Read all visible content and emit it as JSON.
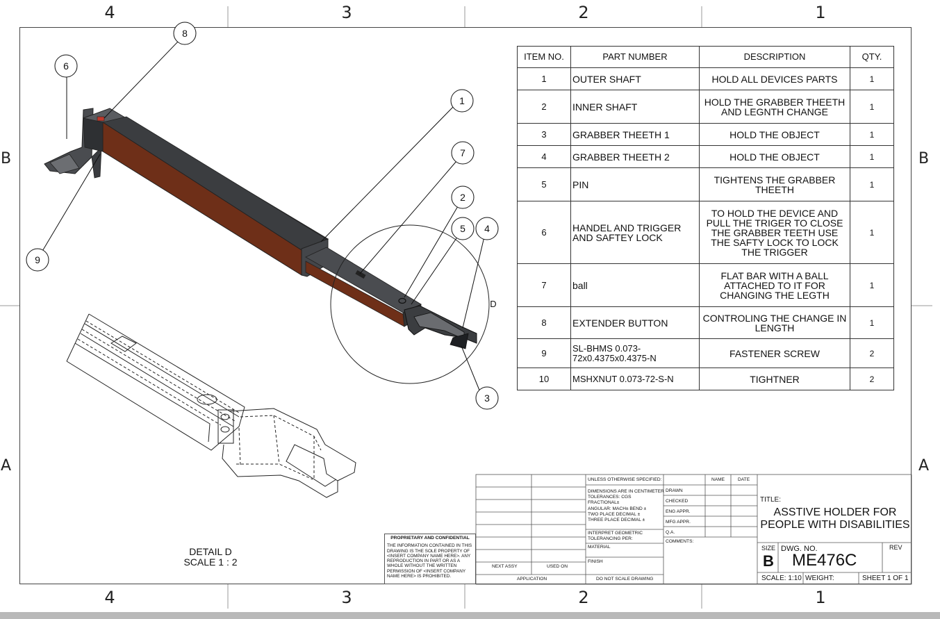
{
  "zones": {
    "top": [
      "4",
      "3",
      "2",
      "1"
    ],
    "bottom": [
      "4",
      "3",
      "2",
      "1"
    ],
    "left": [
      "B",
      "A"
    ],
    "right": [
      "B",
      "A"
    ]
  },
  "bom": {
    "headers": [
      "ITEM NO.",
      "PART NUMBER",
      "DESCRIPTION",
      "QTY."
    ],
    "rows": [
      {
        "item": "1",
        "part": "OUTER SHAFT",
        "desc": "HOLD ALL DEVICES PARTS",
        "qty": "1"
      },
      {
        "item": "2",
        "part": "INNER SHAFT",
        "desc": "HOLD THE GRABBER THEETH AND LEGNTH CHANGE",
        "qty": "1"
      },
      {
        "item": "3",
        "part": "GRABBER THEETH 1",
        "desc": "HOLD THE OBJECT",
        "qty": "1"
      },
      {
        "item": "4",
        "part": "GRABBER THEETH 2",
        "desc": "HOLD THE OBJECT",
        "qty": "1"
      },
      {
        "item": "5",
        "part": "PIN",
        "desc": "TIGHTENS THE GRABBER THEETH",
        "qty": "1"
      },
      {
        "item": "6",
        "part": "HANDEL AND TRIGGER AND SAFTEY LOCK",
        "desc": "TO HOLD THE DEVICE AND PULL THE TRIGER TO CLOSE THE GRABBER TEETH USE THE SAFTY LOCK TO LOCK THE TRIGGER",
        "qty": "1"
      },
      {
        "item": "7",
        "part": "ball",
        "desc": "FLAT BAR WITH A BALL ATTACHED TO IT FOR CHANGING THE LEGTH",
        "qty": "1"
      },
      {
        "item": "8",
        "part": "EXTENDER BUTTON",
        "desc": "CONTROLING THE CHANGE IN LENGTH",
        "qty": "1"
      },
      {
        "item": "9",
        "part": "SL-BHMS 0.073-72x0.4375x0.4375-N",
        "desc": "FASTENER SCREW",
        "qty": "2"
      },
      {
        "item": "10",
        "part": "MSHXNUT 0.073-72-S-N",
        "desc": "TIGHTNER",
        "qty": "2"
      }
    ]
  },
  "balloons": [
    "1",
    "2",
    "3",
    "4",
    "5",
    "6",
    "7",
    "8",
    "9"
  ],
  "detail_circle_label": "D",
  "detail": {
    "title": "DETAIL D",
    "scale": "SCALE 1 : 2"
  },
  "proprietary": {
    "heading": "PROPRIETARY AND CONFIDENTIAL",
    "body": "THE INFORMATION CONTAINED IN THIS DRAWING IS THE SOLE PROPERTY OF <INSERT COMPANY NAME HERE>. ANY REPRODUCTION IN PART OR AS A WHOLE WITHOUT THE WRITTEN PERMISSION OF <INSERT COMPANY NAME HERE> IS PROHIBITED."
  },
  "titleblock": {
    "unless": "UNLESS OTHERWISE SPECIFIED:",
    "name": "NAME",
    "date": "DATE",
    "dims1": "DIMENSIONS ARE IN CENTIMETER",
    "dims2": "TOLERANCES: CGS",
    "dims3": "FRACTIONAL±",
    "dims4": "ANGULAR: MACH±    BEND ±",
    "dims5": "TWO PLACE DECIMAL    ±",
    "dims6": "THREE PLACE DECIMAL  ±",
    "drawn": "DRAWN",
    "checked": "CHECKED",
    "eng": "ENG APPR.",
    "mfg": "MFG APPR.",
    "qa": "Q.A.",
    "comments": "COMMENTS:",
    "interpret1": "INTERPRET GEOMETRIC",
    "interpret2": "TOLERANCING PER:",
    "material": "MATERIAL",
    "finish": "FINISH",
    "next_assy": "NEXT ASSY",
    "used_on": "USED ON",
    "application": "APPLICATION",
    "do_not_scale": "DO NOT SCALE DRAWING",
    "title_label": "TITLE:",
    "title_line1": "ASSTIVE HOLDER FOR",
    "title_line2": "PEOPLE WITH DISABILITIES",
    "size_label": "SIZE",
    "size": "B",
    "dwg_label": "DWG.  NO.",
    "dwg_no": "ME476C",
    "rev_label": "REV",
    "scale": "SCALE: 1:10",
    "weight": "WEIGHT:",
    "sheet": "SHEET 1 OF 1"
  },
  "colors": {
    "shaft_dark": "#3b3d40",
    "shaft_top": "#5a5c60",
    "inner_wood": "#6e2f18",
    "line": "#222222"
  }
}
